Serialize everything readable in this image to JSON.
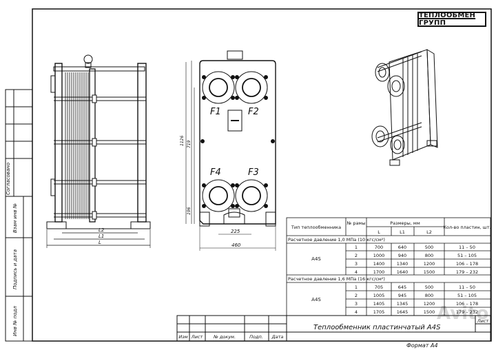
{
  "company": "ТЕПЛООБМЕН ГРУПП",
  "product_title": "Теплообменник пластинчатый А4S",
  "format_label": "Формат А4",
  "watermark": "Avito",
  "sheet_label": "Лист",
  "side_stamp": {
    "agreed": "Согласовано",
    "swap_inv": "Взам инв №",
    "sign_date": "Подпись и дата",
    "inv_orig": "Инв № подл"
  },
  "title_block": [
    "Изм",
    "Лист",
    "№ докум.",
    "Подп.",
    "Дата"
  ],
  "ports": [
    "F1",
    "F2",
    "F4",
    "F3"
  ],
  "dimensions": {
    "L": "L",
    "L1": "L1",
    "L2": "L2",
    "total_height": "1126",
    "port_distance": "719",
    "bottom_offset": "196",
    "port_spacing": "225",
    "width": "460"
  },
  "table": {
    "headers": {
      "type": "Тип теплообменника",
      "frame_no": "№ рамы",
      "sizes": "Размеры, мм",
      "L": "L",
      "L1": "L1",
      "L2": "L2",
      "plates": "Кол-во пластин, шт."
    },
    "section1": "Расчетное давление 1,0 МПа (10 кгс/см²)",
    "section2": "Расчетное давление 1,6 МПа (16 кгс/см²)",
    "type_name": "А4S",
    "rows1": [
      [
        "1",
        "700",
        "640",
        "500",
        "11 – 50"
      ],
      [
        "2",
        "1000",
        "940",
        "800",
        "51 – 105"
      ],
      [
        "3",
        "1400",
        "1340",
        "1200",
        "106 – 178"
      ],
      [
        "4",
        "1700",
        "1640",
        "1500",
        "179 – 232"
      ]
    ],
    "rows2": [
      [
        "1",
        "705",
        "645",
        "500",
        "11 – 50"
      ],
      [
        "2",
        "1005",
        "945",
        "800",
        "51 – 105"
      ],
      [
        "3",
        "1405",
        "1345",
        "1200",
        "106 – 178"
      ],
      [
        "4",
        "1705",
        "1645",
        "1500",
        "179 – 232"
      ]
    ]
  }
}
